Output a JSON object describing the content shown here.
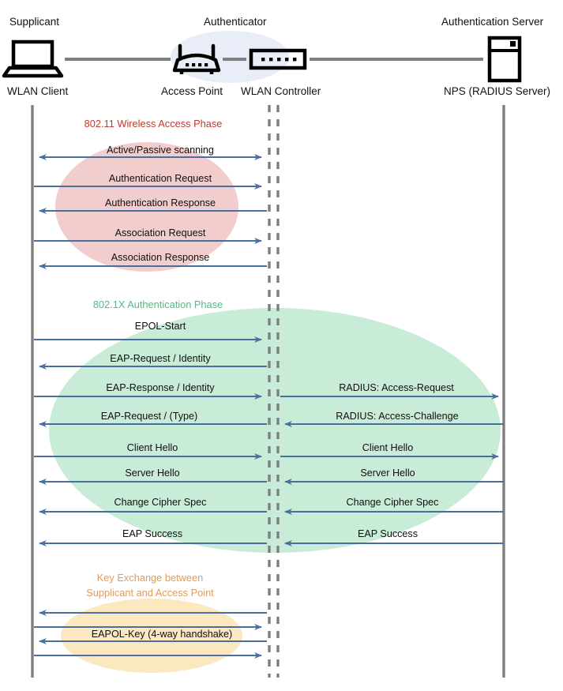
{
  "diagram": {
    "title": "802.1X / WPA2-Enterprise WLAN authentication sequence",
    "colors": {
      "lifeline": "#7f7f7f",
      "arrow": "#4a6f9c",
      "wifi_ellipse": "#f2cdcd",
      "dot1x_ellipse": "#c8ecd7",
      "key_ellipse": "#fbe7c0",
      "authenticator_ellipse": "#e8edf7",
      "wifi_text": "#c0392f",
      "dot1x_text": "#4dbd83",
      "key_text": "#e09a5a",
      "device_icon": "#000000",
      "link_line": "#808080"
    },
    "nodes": [
      {
        "id": "supplicant",
        "role": "Supplicant",
        "device": "WLAN Client",
        "icon": "laptop-icon"
      },
      {
        "id": "accesspoint",
        "role": "Authenticator",
        "device": "Access Point",
        "icon": "wireless-router-icon"
      },
      {
        "id": "controller",
        "role": "",
        "device": "WLAN Controller",
        "icon": "switch-icon"
      },
      {
        "id": "authserver",
        "role": "Authentication Server",
        "device": "NPS (RADIUS Server)",
        "icon": "server-icon"
      }
    ],
    "phases": [
      {
        "id": "wifi",
        "label": "802.11 Wireless Access Phase",
        "label_lines": [
          "802.11 Wireless Access Phase"
        ],
        "messages": [
          {
            "label": "Active/Passive scanning",
            "lane": "left",
            "direction": "both"
          },
          {
            "label": "Authentication Request",
            "lane": "left",
            "direction": "right"
          },
          {
            "label": "Authentication Response",
            "lane": "left",
            "direction": "left"
          },
          {
            "label": "Association Request",
            "lane": "left",
            "direction": "right"
          },
          {
            "label": "Association Response",
            "lane": "left",
            "direction": "left"
          }
        ]
      },
      {
        "id": "dot1x",
        "label": "802.1X Authentication Phase",
        "label_lines": [
          "802.1X Authentication Phase"
        ],
        "messages": [
          {
            "label": "EPOL-Start",
            "lane": "left",
            "direction": "right"
          },
          {
            "label": "EAP-Request / Identity",
            "lane": "left",
            "direction": "left"
          },
          {
            "label": "EAP-Response / Identity",
            "lane": "left",
            "direction": "right"
          },
          {
            "label": "RADIUS: Access-Request",
            "lane": "right",
            "direction": "right"
          },
          {
            "label": "EAP-Request / (Type)",
            "lane": "left",
            "direction": "left"
          },
          {
            "label": "RADIUS: Access-Challenge",
            "lane": "right",
            "direction": "left"
          },
          {
            "label": "Client Hello",
            "lane": "left",
            "direction": "right"
          },
          {
            "label": "Client Hello",
            "lane": "right",
            "direction": "right"
          },
          {
            "label": "Server Hello",
            "lane": "left",
            "direction": "left"
          },
          {
            "label": "Server Hello",
            "lane": "right",
            "direction": "left"
          },
          {
            "label": "Change Cipher Spec",
            "lane": "left",
            "direction": "left"
          },
          {
            "label": "Change Cipher Spec",
            "lane": "right",
            "direction": "left"
          },
          {
            "label": "EAP Success",
            "lane": "left",
            "direction": "left"
          },
          {
            "label": "EAP Success",
            "lane": "right",
            "direction": "left"
          }
        ]
      },
      {
        "id": "key",
        "label": "Key Exchange between Supplicant and Access Point",
        "label_lines": [
          "Key Exchange between",
          "Supplicant and Access Point"
        ],
        "messages": [
          {
            "label": "",
            "lane": "left",
            "direction": "left"
          },
          {
            "label": "",
            "lane": "left",
            "direction": "right"
          },
          {
            "label": "EAPOL-Key (4-way handshake)",
            "lane": "left",
            "direction": "left"
          },
          {
            "label": "",
            "lane": "left",
            "direction": "right"
          }
        ]
      }
    ],
    "labels": {
      "n0_role": "Supplicant",
      "n0_device": "WLAN Client",
      "n1_role": "Authenticator",
      "n1_device": "Access Point",
      "n2_device": "WLAN Controller",
      "n3_role": "Authentication Server",
      "n3_device": "NPS (RADIUS Server)",
      "phase_wifi": "802.11 Wireless Access Phase",
      "phase_dot1x": "802.1X Authentication Phase",
      "phase_key_l1": "Key Exchange between",
      "phase_key_l2": "Supplicant and Access Point",
      "m_scanning": "Active/Passive scanning",
      "m_auth_req": "Authentication Request",
      "m_auth_resp": "Authentication Response",
      "m_assoc_req": "Association Request",
      "m_assoc_resp": "Association Response",
      "m_eapol_start": "EPOL-Start",
      "m_eap_req_id": "EAP-Request / Identity",
      "m_eap_resp_id": "EAP-Response / Identity",
      "m_radius_access_request": "RADIUS: Access-Request",
      "m_eap_req_type": "EAP-Request / (Type)",
      "m_radius_access_challenge": "RADIUS: Access-Challenge",
      "m_client_hello_l": "Client Hello",
      "m_client_hello_r": "Client Hello",
      "m_server_hello_l": "Server Hello",
      "m_server_hello_r": "Server Hello",
      "m_ccs_l": "Change Cipher Spec",
      "m_ccs_r": "Change Cipher Spec",
      "m_eap_success_l": "EAP Success",
      "m_eap_success_r": "EAP Success",
      "m_eapol_key": "EAPOL-Key (4-way handshake)"
    }
  }
}
